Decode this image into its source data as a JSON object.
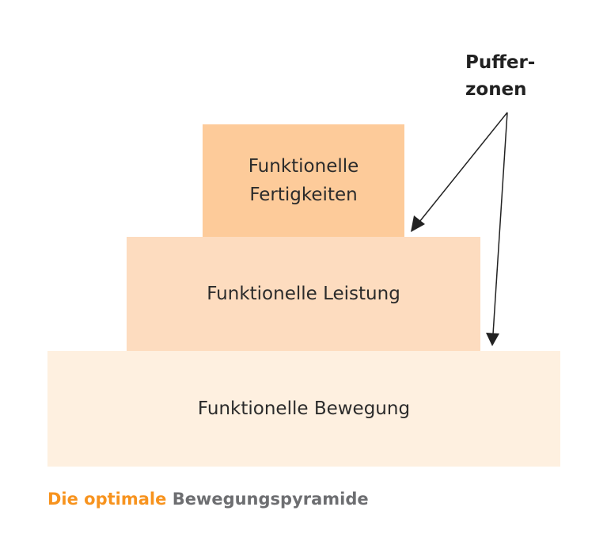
{
  "colors": {
    "top": "#fdcb9a",
    "middle": "#fddcbf",
    "bottom": "#fef0e0",
    "caption_accent": "#f7931e",
    "caption_main": "#6d6e71",
    "arrow": "#222222"
  },
  "pyramid": {
    "top": {
      "line1": "Funktionelle",
      "line2": "Fertigkeiten"
    },
    "middle": "Funktionelle Leistung",
    "bottom": "Funktionelle Bewegung"
  },
  "annotation": {
    "line1": "Puffer-",
    "line2": "zonen"
  },
  "caption": {
    "accent": "Die optimale",
    "main": "Bewegungspyramide"
  }
}
